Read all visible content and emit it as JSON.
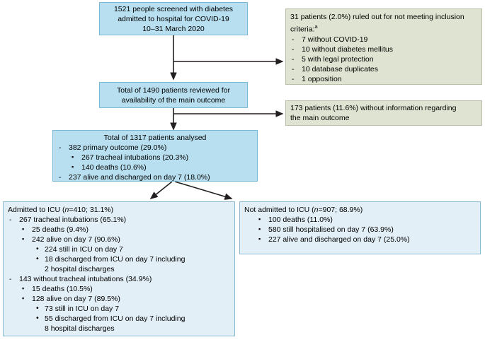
{
  "chart_data": {
    "type": "diagram",
    "title": "CONSORT-style participant flow diagram: diabetes patients admitted with COVID-19",
    "nodes": [
      {
        "id": "screened",
        "label": "1521 people screened with diabetes admitted to hospital for COVID-19 10-31 March 2020",
        "value": 1521
      },
      {
        "id": "excluded",
        "label": "31 patients (2.0%) ruled out for not meeting inclusion criteria",
        "value": 31,
        "percent": 2.0
      },
      {
        "id": "reviewed",
        "label": "Total of 1490 patients reviewed for availability of the main outcome",
        "value": 1490
      },
      {
        "id": "no_info",
        "label": "173 patients (11.6%) without information regarding the main outcome",
        "value": 173,
        "percent": 11.6
      },
      {
        "id": "analysed",
        "label": "Total of 1317 patients analysed",
        "value": 1317
      },
      {
        "id": "icu",
        "label": "Admitted to ICU",
        "value": 410,
        "percent": 31.1
      },
      {
        "id": "no_icu",
        "label": "Not admitted to ICU",
        "value": 907,
        "percent": 68.9
      }
    ]
  },
  "boxes": {
    "screened": {
      "line1": "1521 people screened with diabetes",
      "line2": "admitted to hospital for COVID-19",
      "line3": "10–31 March 2020"
    },
    "excluded": {
      "head_line1": "31 patients (2.0%) ruled out for not meeting inclusion",
      "head_line2": "criteria:",
      "head_sup": "a",
      "items": [
        "7 without COVID-19",
        "10 without diabetes mellitus",
        "5 with legal protection",
        "10 database duplicates",
        "1 opposition"
      ]
    },
    "reviewed": {
      "line1": "Total of 1490 patients reviewed for",
      "line2": "availability of the main outcome"
    },
    "no_info": {
      "line1": "173 patients (11.6%) without information regarding",
      "line2": "the main outcome"
    },
    "analysed": {
      "title": "Total of 1317 patients analysed",
      "primary": "382 primary outcome (29.0%)",
      "primary_sub": [
        "267 tracheal intubations (20.3%)",
        "140 deaths (10.6%)"
      ],
      "alive": "237 alive and discharged on day 7 (18.0%)"
    },
    "icu": {
      "header_pre": "Admitted to ICU (",
      "header_ital": "n",
      "header_post": "=410; 31.1%)",
      "group1": "267 tracheal intubations (65.1%)",
      "group1_sub": [
        "25 deaths (9.4%)",
        "242 alive on day 7 (90.6%)"
      ],
      "group1_sub_detail": [
        "224 still in ICU on day 7",
        "18 discharged from ICU on day 7 including"
      ],
      "group1_cont": "2 hospital discharges",
      "group2": "143 without tracheal intubations (34.9%)",
      "group2_sub": [
        "15 deaths (10.5%)",
        "128 alive on day 7 (89.5%)"
      ],
      "group2_sub_detail": [
        "73 still in ICU on day 7",
        "55 discharged from ICU on day 7 including"
      ],
      "group2_cont": "8 hospital discharges"
    },
    "no_icu": {
      "header_pre": "Not admitted to ICU (",
      "header_ital": "n",
      "header_post": "=907; 68.9%)",
      "items": [
        "100 deaths (11.0%)",
        "580 still hospitalised on day 7 (63.9%)",
        "227 alive and discharged on day 7 (25.0%)"
      ]
    }
  },
  "markers": {
    "dash": "-",
    "square": "▪",
    "bullet": "•"
  },
  "colors": {
    "box_blue_strong": "#b8dff0",
    "box_blue_light": "#e3eff7",
    "box_green": "#dfe3d2",
    "border_blue": "#79b9d6",
    "connector": "#231f20"
  }
}
